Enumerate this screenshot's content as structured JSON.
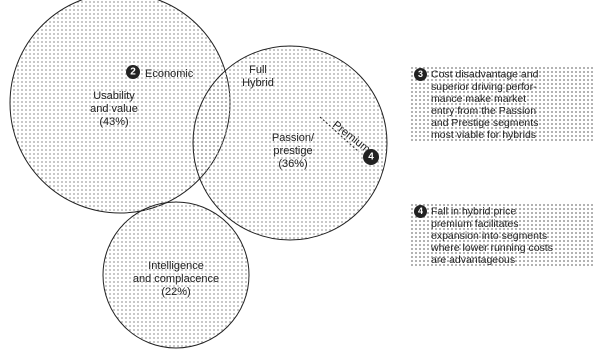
{
  "circles": {
    "usability": {
      "label_lines": [
        "Usability",
        "and value",
        "(43%)"
      ]
    },
    "passion": {
      "label_lines": [
        "Passion/",
        "prestige",
        "(36%)"
      ]
    },
    "intelligence": {
      "label_lines": [
        "Intelligence",
        "and complacence",
        "(22%)"
      ]
    }
  },
  "tags": {
    "economic": "Economic",
    "full_hybrid_lines": [
      "Full",
      "Hybrid"
    ],
    "premium": "Premium",
    "badge_economic": "2",
    "badge_premium": "4"
  },
  "notes": [
    {
      "number": "3",
      "lines": [
        "Cost disadvantage and",
        "superior driving perfor-",
        "mance make market",
        "entry from the Passion",
        "and Prestige segments",
        "most viable for hybrids"
      ]
    },
    {
      "number": "4",
      "lines": [
        "Fall in hybrid price",
        "premium facilitates",
        "expansion into segments",
        "where lower running costs",
        "are advantageous"
      ]
    }
  ],
  "colors": {
    "ink": "#222222",
    "dot": "#9a9a9a"
  }
}
